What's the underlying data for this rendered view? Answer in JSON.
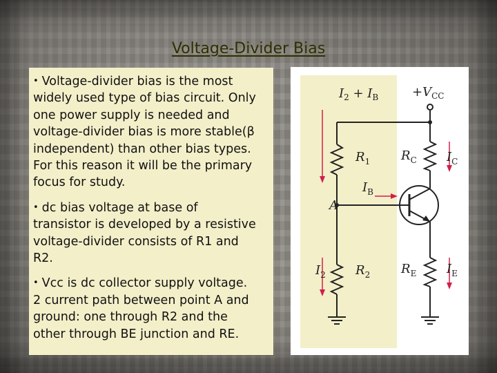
{
  "slide": {
    "title": "Voltage-Divider Bias",
    "paragraphs": [
      {
        "bullet": "•",
        "lines": [
          "Voltage-divider bias is the most",
          "widely used type of bias circuit. Only",
          "one power supply is needed and",
          "voltage-divider bias is more stable(β",
          "independent) than other bias types.",
          "For this reason it will be the primary",
          "focus for study."
        ]
      },
      {
        "bullet": "•",
        "lines": [
          "dc bias voltage at base of",
          "transistor is developed by a resistive",
          "voltage-divider consists of R1 and",
          "R2."
        ]
      },
      {
        "bullet": "•",
        "lines": [
          "Vcc is dc collector supply voltage.",
          "2 current path between point A and",
          "ground: one through R2 and the",
          "other through BE junction and RE."
        ]
      }
    ]
  },
  "circuit": {
    "i2_plus_ib": {
      "main": "I",
      "sub1": "2",
      "plus": " + I",
      "sub2": "B"
    },
    "vcc": {
      "prefix": "+V",
      "sub": "CC"
    },
    "r1": {
      "main": "R",
      "sub": "1"
    },
    "rc": {
      "main": "R",
      "sub": "C"
    },
    "ic": {
      "main": "I",
      "sub": "C"
    },
    "ib": {
      "main": "I",
      "sub": "B"
    },
    "node_a": "A",
    "i2": {
      "main": "I",
      "sub": "2"
    },
    "r2": {
      "main": "R",
      "sub": "2"
    },
    "re": {
      "main": "R",
      "sub": "E"
    },
    "ie": {
      "main": "I",
      "sub": "E"
    },
    "colors": {
      "current_arrow": "#d0204a",
      "highlight": "#f3efc9",
      "wire": "#222222"
    }
  }
}
